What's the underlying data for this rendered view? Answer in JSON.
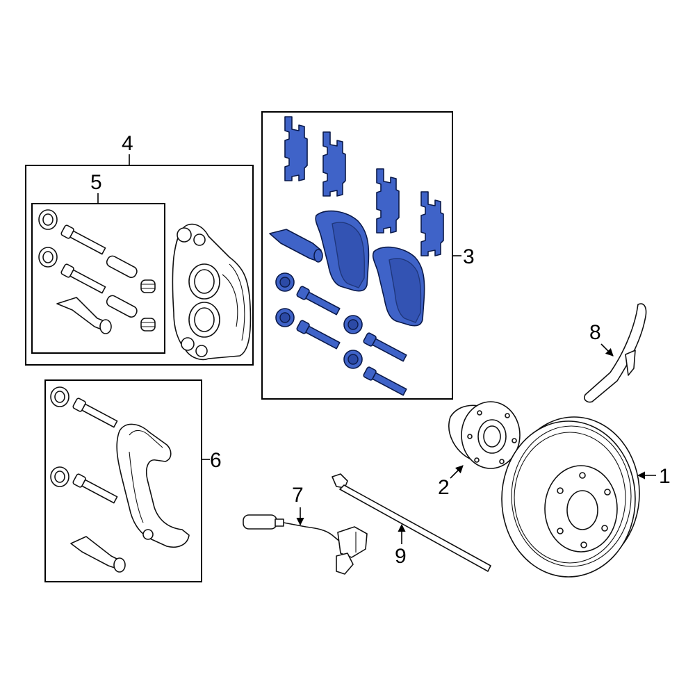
{
  "callouts": {
    "c1": "1",
    "c2": "2",
    "c3": "3",
    "c4": "4",
    "c5": "5",
    "c6": "6",
    "c7": "7",
    "c8": "8",
    "c9": "9"
  },
  "colors": {
    "highlight": "#3f63c8",
    "outline": "#111111",
    "background": "#ffffff"
  }
}
